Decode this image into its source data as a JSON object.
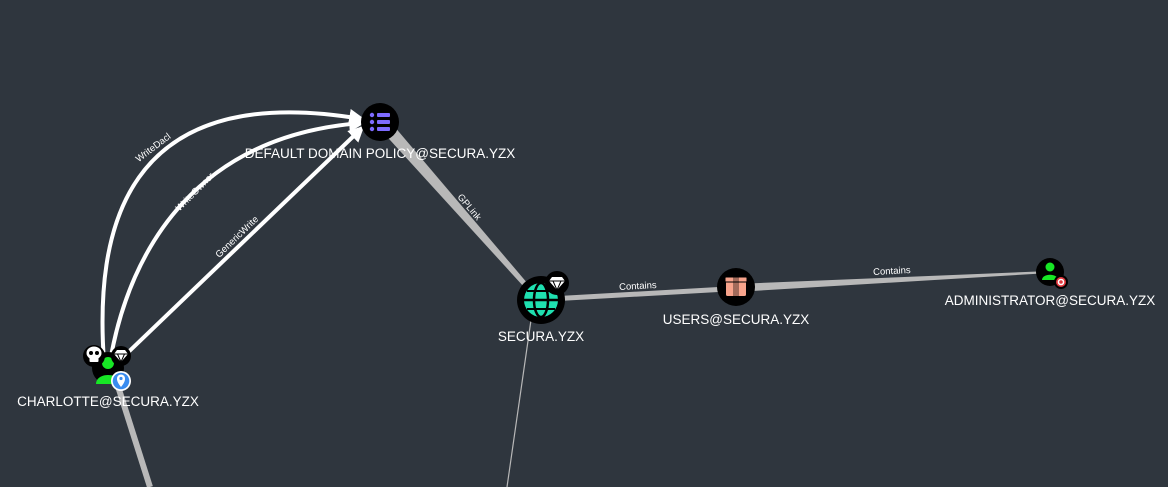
{
  "graph": {
    "nodes": {
      "charlotte": {
        "label": "CHARLOTTE@SECURA.YZX",
        "icon": "user-icon",
        "badges": [
          "skull-icon",
          "gem-icon",
          "location-pin-icon"
        ]
      },
      "gpo": {
        "label": "DEFAULT DOMAIN POLICY@SECURA.YZX",
        "icon": "list-icon"
      },
      "domain": {
        "label": "SECURA.YZX",
        "icon": "globe-icon",
        "badges": [
          "gem-icon"
        ]
      },
      "users": {
        "label": "USERS@SECURA.YZX",
        "icon": "box-icon"
      },
      "admin": {
        "label": "ADMINISTRATOR@SECURA.YZX",
        "icon": "user-icon",
        "badges": [
          "target-icon"
        ]
      }
    },
    "edges": {
      "writedacl": "WriteDacl",
      "writeowner": "WriteOwner",
      "genericwrite": "GenericWrite",
      "gplink": "GPLink",
      "contains_users": "Contains",
      "contains_admin": "Contains"
    }
  },
  "colors": {
    "background": "#2f363e",
    "edge_attack": "#ffffff",
    "edge_structural": "#b8b8b8",
    "user_green": "#17e625",
    "gpo_purple": "#7e6bff",
    "domain_teal": "#1fe0b0",
    "ou_orange": "#f7a38b",
    "badge_blue": "#3a8cf0",
    "target_red": "#e0363c"
  }
}
